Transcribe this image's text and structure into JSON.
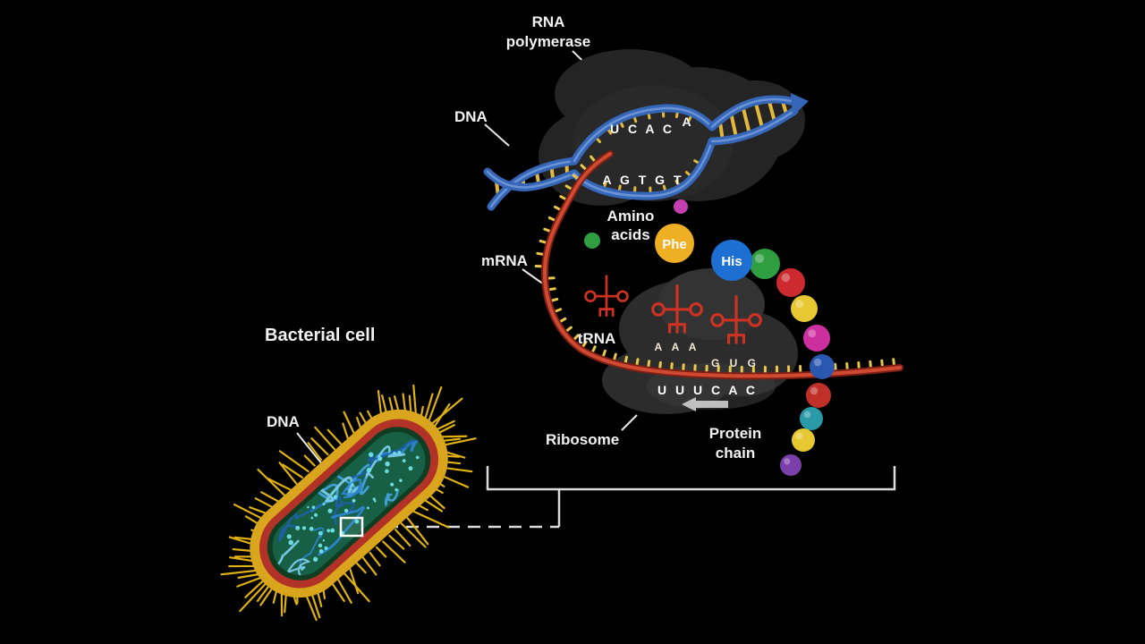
{
  "labels": {
    "rna_polymerase_1": "RNA",
    "rna_polymerase_2": "polymerase",
    "dna_top": "DNA",
    "mrna": "mRNA",
    "amino_1": "Amino",
    "amino_2": "acids",
    "trna": "tRNA",
    "ribosome": "Ribosome",
    "protein_1": "Protein",
    "protein_2": "chain",
    "bacterial_cell": "Bacterial cell",
    "dna_cell": "DNA",
    "phe": "Phe",
    "his": "His"
  },
  "sequences": {
    "bubble_top": "U C A C",
    "bubble_top_next": "A",
    "bubble_bottom": "A G T G T",
    "anticodon_1": "A A A",
    "anticodon_2": "G U G",
    "mrna_codons": "U U U C A C"
  },
  "colors": {
    "dna_strand": "#3566b8",
    "dna_strand_highlight": "#6a93d4",
    "dna_rung": "#e3b93c",
    "mrna_outer": "#7e1f14",
    "mrna_inner": "#d04a32",
    "mrna_tick": "#e8c84a",
    "trna": "#cd3222",
    "phe_circle": "#efaf24",
    "his_circle": "#1e6fd2",
    "amino_dot_magenta": "#c43fb0",
    "amino_dot_green": "#2f9e41",
    "protein_beads": [
      "#2f9e41",
      "#cc2a2e",
      "#e8c832",
      "#cc2fa0",
      "#2a57b0",
      "#c03028",
      "#2a9aa8",
      "#e8c832",
      "#7a3fa8"
    ],
    "cell_spike": "#e0b112",
    "cell_outer": "#d8a51c",
    "cell_membrane": "#b23227",
    "cell_rim": "#0f3d22",
    "cell_interior": "#176045",
    "cell_dna": "#2f86d6",
    "cell_dot": "#6fe0e8"
  }
}
